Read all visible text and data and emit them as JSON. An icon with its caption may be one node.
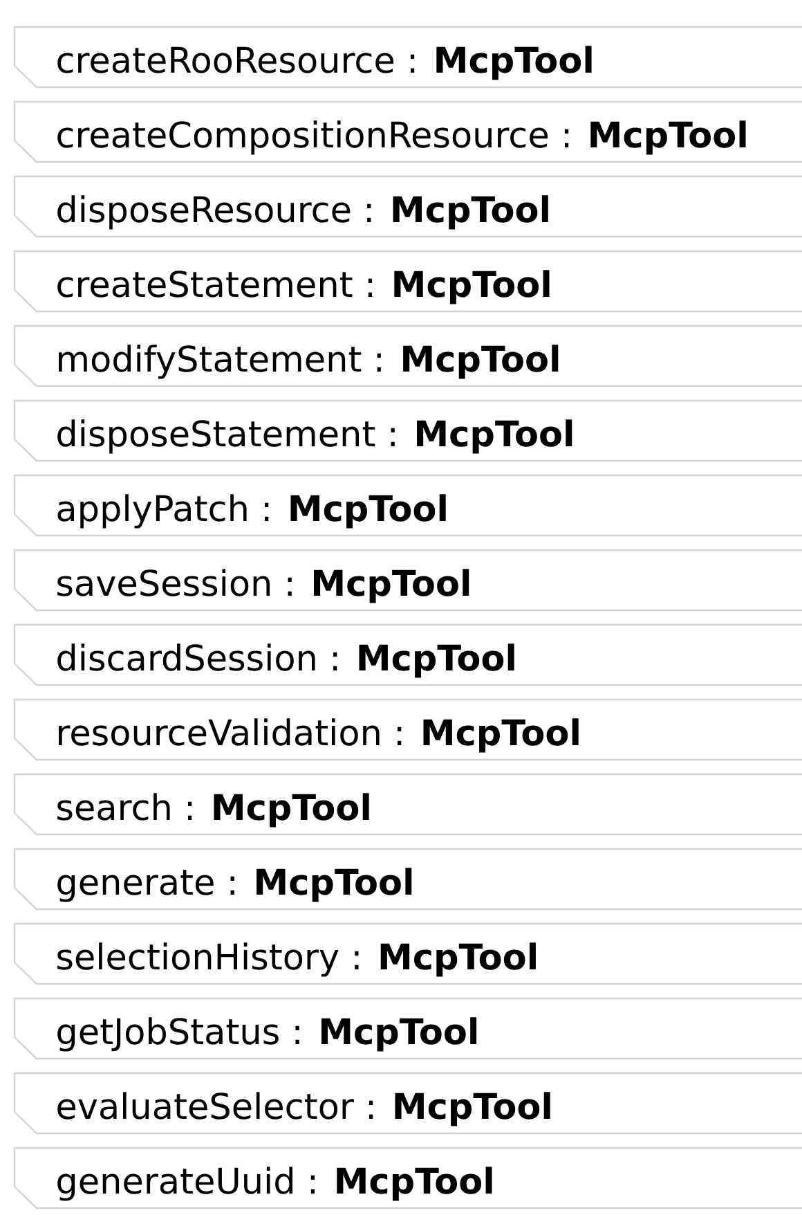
{
  "diagram": {
    "nodes": [
      {
        "text": [
          "createRooResource : **McpTool**"
        ]
      },
      {
        "text": [
          "createCompositionResource : **McpTool**"
        ]
      },
      {
        "text": [
          "disposeResource : **McpTool**"
        ]
      },
      {
        "text": [
          "createStatement : **McpTool**"
        ]
      },
      {
        "text": [
          "modifyStatement : **McpTool**"
        ]
      },
      {
        "text": [
          "disposeStatement : **McpTool**"
        ]
      },
      {
        "text": [
          "applyPatch : **McpTool**"
        ]
      },
      {
        "text": [
          "saveSession : **McpTool**"
        ]
      },
      {
        "text": [
          "discardSession : **McpTool**"
        ]
      },
      {
        "text": [
          "resourceValidation : **McpTool**"
        ]
      },
      {
        "text": [
          "search : **McpTool**"
        ]
      },
      {
        "text": [
          "generate : **McpTool**"
        ]
      },
      {
        "text": [
          "selectionHistory : **McpTool**"
        ]
      },
      {
        "text": [
          "getJobStatus : **McpTool**"
        ]
      },
      {
        "text": [
          "evaluateSelector : **McpTool**"
        ]
      },
      {
        "text": [
          "generateUuid : **McpTool**"
        ]
      }
    ]
  }
}
